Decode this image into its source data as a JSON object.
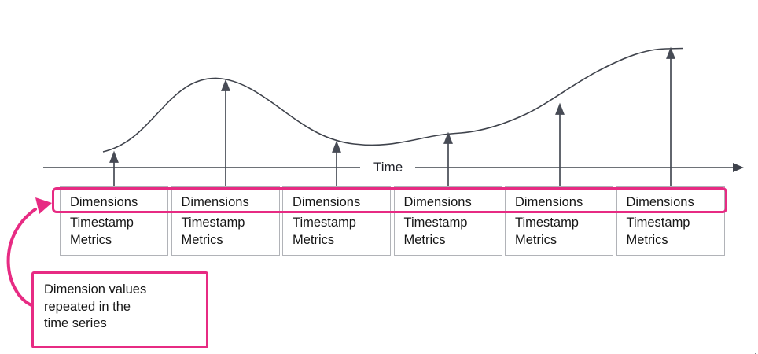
{
  "diagram": {
    "title_none": "",
    "axis": {
      "label": "Time"
    },
    "records": {
      "count": 6,
      "fields": [
        "Dimensions",
        "Timestamp",
        "Metrics"
      ]
    },
    "callout": {
      "lines": [
        "Dimension values",
        "repeated in the",
        "time series"
      ]
    },
    "icons": [
      "up-arrow-icon",
      "right-arrow-icon",
      "curved-arrow-icon"
    ],
    "colors": {
      "accent_pink": "#e72b83",
      "stroke_gray": "#3f434c",
      "box_border_gray": "#b1b3b8",
      "text_dark": "#161616",
      "background": "#ffffff"
    }
  }
}
